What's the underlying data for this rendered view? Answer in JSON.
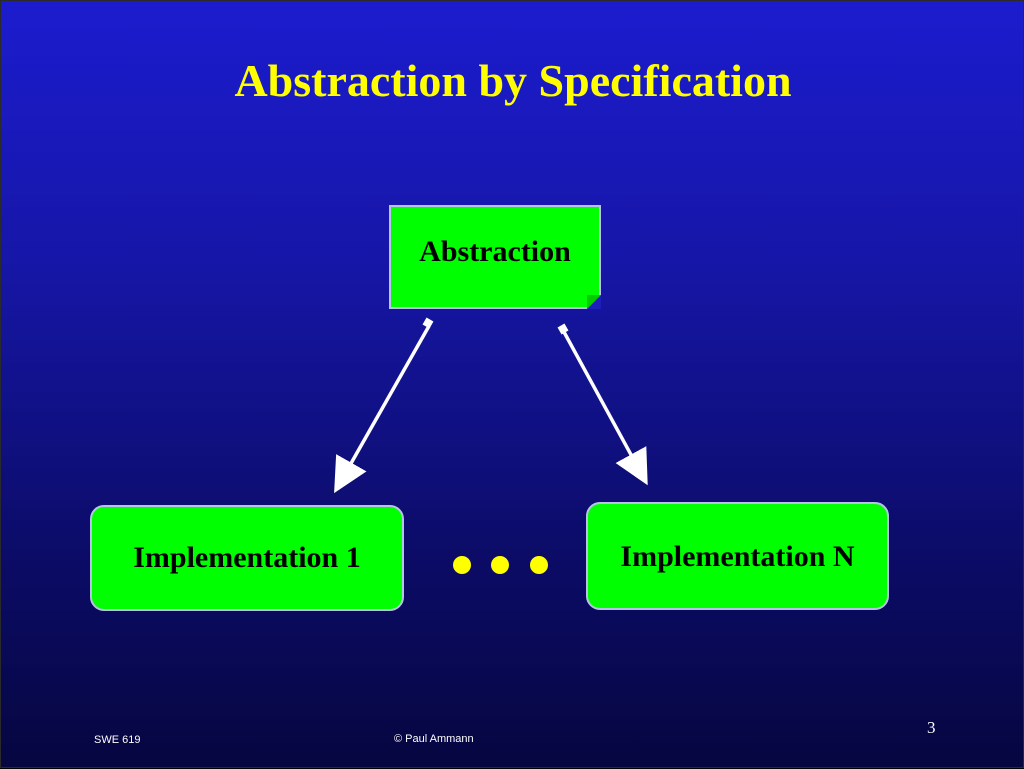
{
  "slide": {
    "title": "Abstraction by Specification",
    "abstraction_label": "Abstraction",
    "implementations": [
      {
        "label": "Implementation 1"
      },
      {
        "label": "Implementation N"
      }
    ],
    "ellipsis": "• • •",
    "footer": {
      "left": "SWE 619",
      "center": "© Paul Ammann",
      "page_number": "3"
    }
  },
  "colors": {
    "background_top": "#1c1ccf",
    "background_bottom": "#060640",
    "title": "#ffff00",
    "box_fill": "#00ff00",
    "arrow": "#ffffff",
    "dots": "#ffff00"
  }
}
